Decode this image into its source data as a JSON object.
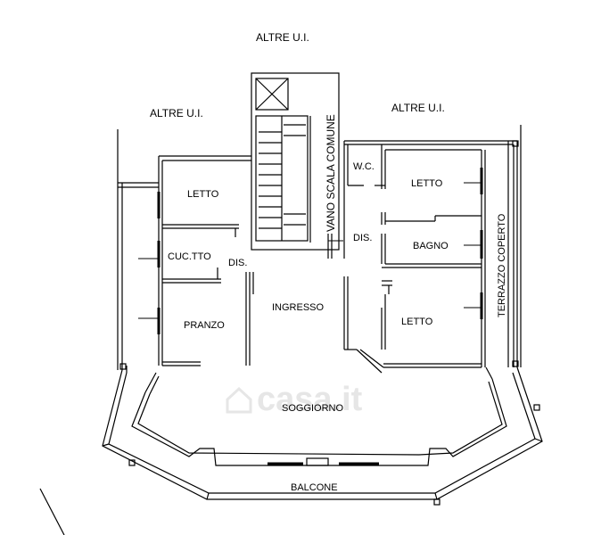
{
  "labels": {
    "altre_top": "ALTRE U.I.",
    "altre_left": "ALTRE U.I.",
    "altre_right": "ALTRE U.I.",
    "vano_scala": "VANO SCALA COMUNE",
    "letto_1": "LETTO",
    "wc": "W.C.",
    "letto_2": "LETTO",
    "cucina": "CUC.TTO",
    "dis_1": "DIS.",
    "dis_2": "DIS.",
    "bagno": "BAGNO",
    "ingresso": "INGRESSO",
    "pranzo": "PRANZO",
    "letto_3": "LETTO",
    "terrazzo": "TERRAZZO COPERTO",
    "soggiorno": "SOGGIORNO",
    "balcone": "BALCONE"
  },
  "watermark": {
    "text": "casa.it"
  }
}
